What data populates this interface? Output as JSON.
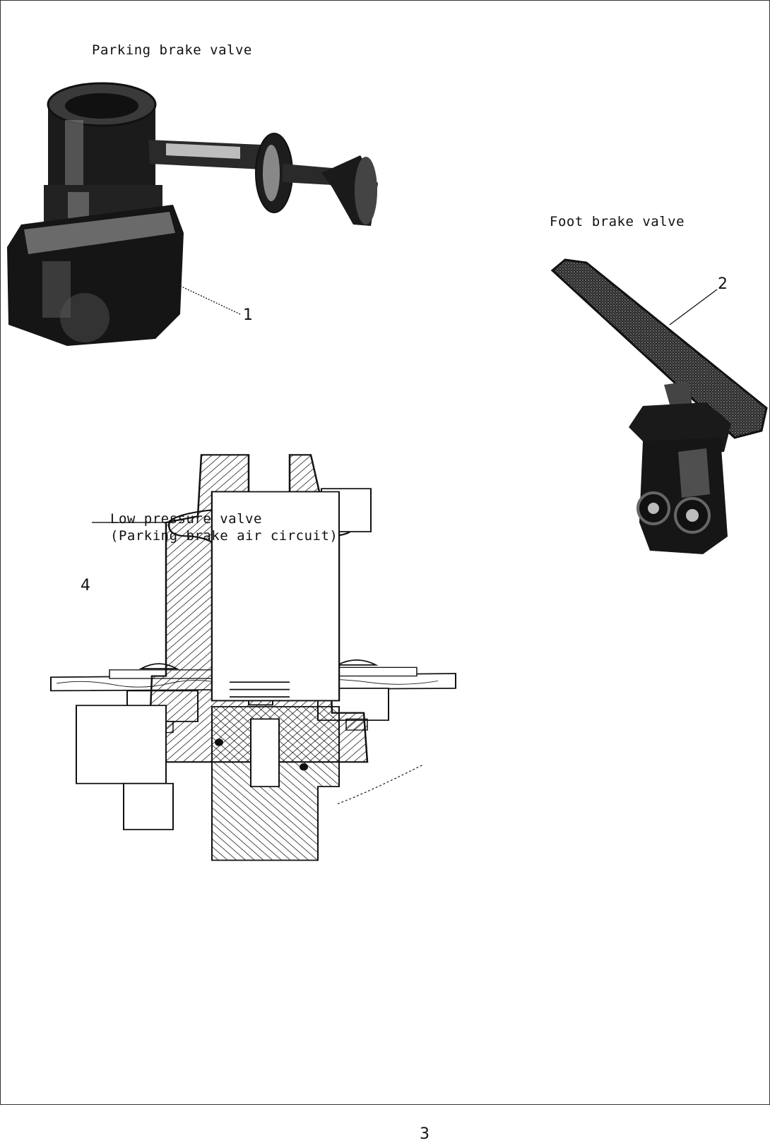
{
  "labels": {
    "parking_brake_valve": "Parking brake valve",
    "foot_brake_valve": "Foot brake valve",
    "low_pressure_valve_line1": "Low pressure valve",
    "low_pressure_valve_line2": "(Parking brake air circuit)"
  },
  "callouts": {
    "c1": "1",
    "c2": "2",
    "c3": "3",
    "c4": "4"
  },
  "colors": {
    "ink": "#111111",
    "background": "#ffffff"
  }
}
